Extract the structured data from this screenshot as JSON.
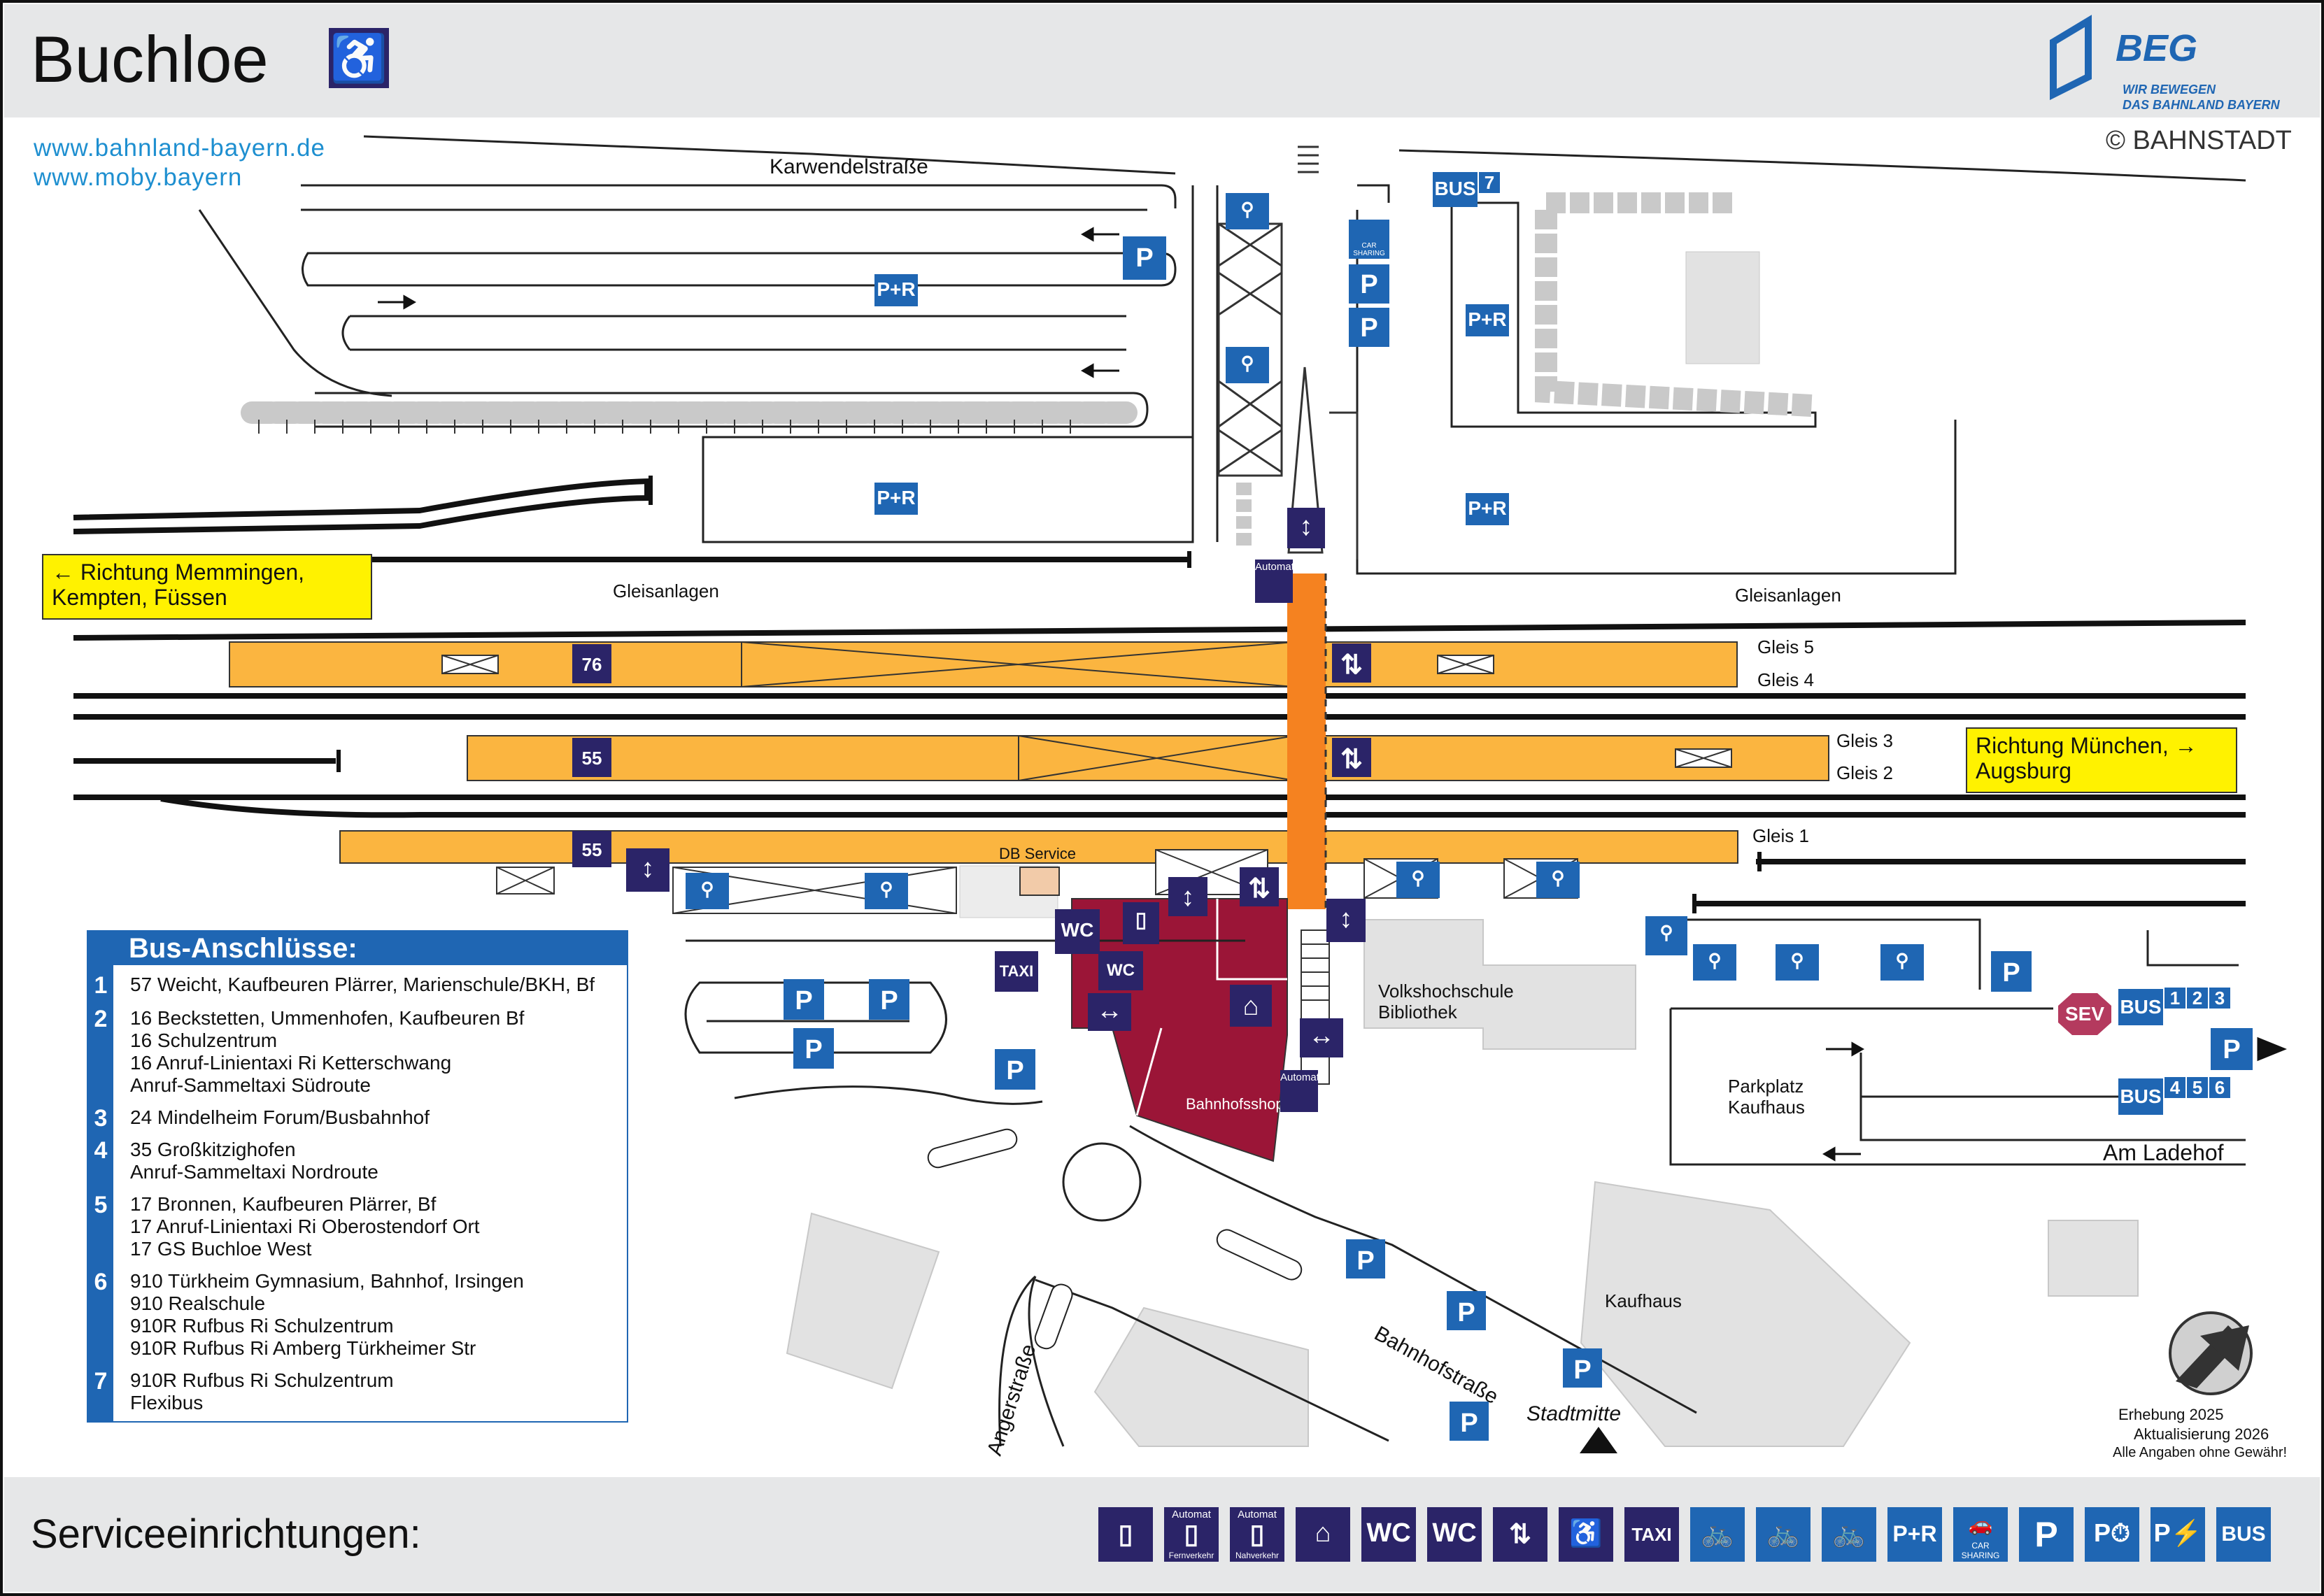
{
  "header": {
    "title": "Buchloe",
    "wheelchair_symbol": "♿",
    "links": [
      "www.bahnland-bayern.de",
      "www.moby.bayern"
    ],
    "operator": {
      "name": "BEG",
      "slogan_line1": "WIR BEWEGEN",
      "slogan_line2": "DAS BAHNLAND BAYERN"
    },
    "copyright": "© BAHNSTADT"
  },
  "map_labels": {
    "street_karwendel": "Karwendelstraße",
    "gleisanlagen": "Gleisanlagen",
    "direction_west": "← Richtung Memmingen,\nKempten, Füssen",
    "direction_east": "Richtung München, →\nAugsburg",
    "tracks": [
      "Gleis 5",
      "Gleis 4",
      "Gleis 3",
      "Gleis 2",
      "Gleis 1"
    ],
    "db_service": "DB Service",
    "volkshochschule": "Volkshochschule",
    "bibliothek": "Bibliothek",
    "bahnhofsshop": "Bahnhofsshop",
    "parkplatz": "Parkplatz",
    "kaufhaus_parking": "Kaufhaus",
    "am_ladehof": "Am Ladehof",
    "kaufhaus": "Kaufhaus",
    "bahnhofstrasse": "Bahnhofstraße",
    "angerstrasse": "Angerstraße",
    "stadtmitte": "Stadtmitte",
    "automat": "Automat",
    "sev": "SEV",
    "bus_word": "BUS",
    "bus_stop_7": "7",
    "bus_stops_east": [
      "1",
      "2",
      "3"
    ],
    "bus_stops_south": [
      "4",
      "5",
      "6"
    ],
    "platform_numbers": [
      "76",
      "55",
      "55"
    ],
    "symbol_pr": "P+R",
    "symbol_p": "P",
    "symbol_taxi": "TAXI",
    "symbol_wc": "WC",
    "car_sharing": "CAR SHARING"
  },
  "bus_connections": {
    "heading": "Bus-Anschlüsse:",
    "entries": [
      {
        "number": "1",
        "lines": [
          "57 Weicht, Kaufbeuren Plärrer, Marienschule/BKH, Bf"
        ]
      },
      {
        "number": "2",
        "lines": [
          "16 Beckstetten, Ummenhofen, Kaufbeuren Bf",
          "16 Schulzentrum",
          "16 Anruf-Linientaxi Ri Ketterschwang",
          "Anruf-Sammeltaxi Südroute"
        ]
      },
      {
        "number": "3",
        "lines": [
          "24 Mindelheim Forum/Busbahnhof"
        ]
      },
      {
        "number": "4",
        "lines": [
          "35 Großkitzighofen",
          "Anruf-Sammeltaxi Nordroute"
        ]
      },
      {
        "number": "5",
        "lines": [
          "17 Bronnen, Kaufbeuren Plärrer, Bf",
          "17 Anruf-Linientaxi Ri Oberostendorf Ort",
          "17 GS Buchloe West"
        ]
      },
      {
        "number": "6",
        "lines": [
          "910 Türkheim Gymnasium, Bahnhof, Irsingen",
          "910 Realschule",
          "910R Rufbus Ri Schulzentrum",
          "910R Rufbus Ri Amberg Türkheimer Str"
        ]
      },
      {
        "number": "7",
        "lines": [
          "910R Rufbus Ri Schulzentrum",
          "Flexibus"
        ]
      }
    ]
  },
  "footer": {
    "label": "Serviceeinrichtungen:",
    "symbols": [
      {
        "name": "ticket-icon",
        "text": "▯",
        "caption": "",
        "sub": ""
      },
      {
        "name": "ticket-machine-long-distance-icon",
        "text": "▯",
        "caption": "Automat",
        "sub": "Fernverkehr"
      },
      {
        "name": "ticket-machine-local-icon",
        "text": "▯",
        "caption": "Automat",
        "sub": "Nahverkehr"
      },
      {
        "name": "waiting-room-icon",
        "text": "⌂",
        "caption": "",
        "sub": ""
      },
      {
        "name": "wheelchair-wc-icon",
        "text": "WC",
        "caption": "",
        "sub": ""
      },
      {
        "name": "wc-icon",
        "text": "WC",
        "caption": "",
        "sub": ""
      },
      {
        "name": "elevator-icon",
        "text": "⇅",
        "caption": "",
        "sub": ""
      },
      {
        "name": "accessible-lift-icon",
        "text": "♿",
        "caption": "",
        "sub": ""
      },
      {
        "name": "taxi-icon",
        "text": "TAXI",
        "caption": "",
        "sub": ""
      },
      {
        "name": "bike-rental-icon",
        "text": "🚲",
        "caption": "",
        "sub": ""
      },
      {
        "name": "covered-bike-parking-icon",
        "text": "🚲",
        "caption": "",
        "sub": ""
      },
      {
        "name": "bike-parking-icon",
        "text": "🚲",
        "caption": "",
        "sub": ""
      },
      {
        "name": "park-and-ride-icon",
        "text": "P+R",
        "caption": "",
        "sub": ""
      },
      {
        "name": "car-sharing-icon",
        "text": "🚗",
        "caption": "",
        "sub": "CAR SHARING"
      },
      {
        "name": "parking-icon",
        "text": "P",
        "caption": "",
        "sub": ""
      },
      {
        "name": "short-term-parking-icon",
        "text": "P⏱",
        "caption": "",
        "sub": ""
      },
      {
        "name": "ev-charging-parking-icon",
        "text": "P⚡",
        "caption": "",
        "sub": ""
      },
      {
        "name": "bus-icon",
        "text": "BUS",
        "caption": "",
        "sub": ""
      }
    ]
  },
  "survey": {
    "line1": "Erhebung 2025",
    "line2": "Aktualisierung 2026",
    "line3": "Alle Angaben ohne Gewähr!"
  },
  "colors": {
    "platform": "#fbb540",
    "underpass": "#f58220",
    "station_building": "#9b1537",
    "symbol_dark": "#2b2468",
    "symbol_blue": "#1f66b3",
    "direction_box": "#fff200",
    "sev": "#b43a5e",
    "frame_band": "#e6e7e8"
  }
}
